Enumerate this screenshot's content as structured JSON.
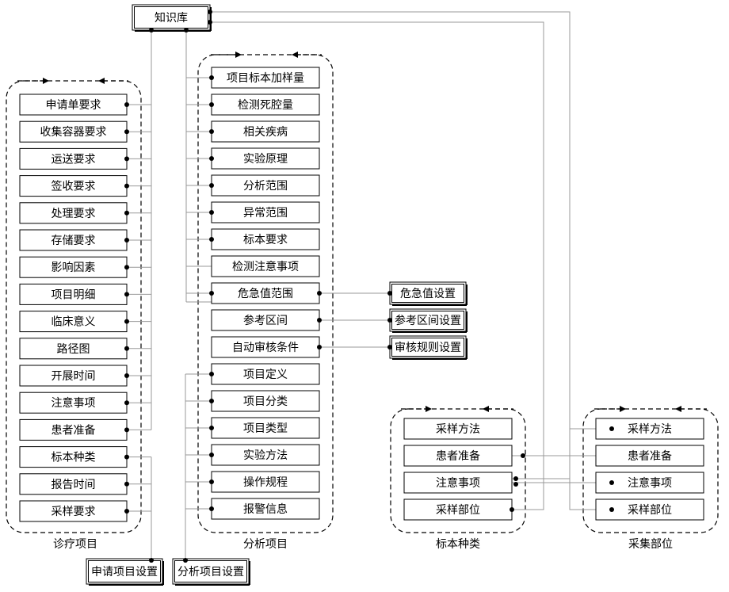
{
  "top": {
    "label": "知识库"
  },
  "groups": {
    "diagnosis": {
      "caption": "诊疗项目",
      "items": [
        "申请单要求",
        "收集容器要求",
        "运送要求",
        "签收要求",
        "处理要求",
        "存储要求",
        "影响因素",
        "项目明细",
        "临床意义",
        "路径图",
        "开展时间",
        "注意事项",
        "患者准备",
        "标本种类",
        "报告时间",
        "采样要求"
      ]
    },
    "analysis": {
      "caption": "分析项目",
      "items": [
        "项目标本加样量",
        "检测死腔量",
        "相关疾病",
        "实验原理",
        "分析范围",
        "异常范围",
        "标本要求",
        "检测注意事项",
        "危急值范围",
        "参考区间",
        "自动审核条件",
        "项目定义",
        "项目分类",
        "项目类型",
        "实验方法",
        "操作规程",
        "报警信息"
      ]
    },
    "specimen": {
      "caption": "标本种类",
      "items": [
        "采样方法",
        "患者准备",
        "注意事项",
        "采样部位"
      ]
    },
    "site": {
      "caption": "采集部位",
      "items": [
        "采样方法",
        "患者准备",
        "注意事项",
        "采样部位"
      ]
    }
  },
  "settings": {
    "critical": "危急值设置",
    "reference": "参考区间设置",
    "audit": "审核规则设置",
    "request": "申请项目设置",
    "analysis": "分析项目设置"
  }
}
